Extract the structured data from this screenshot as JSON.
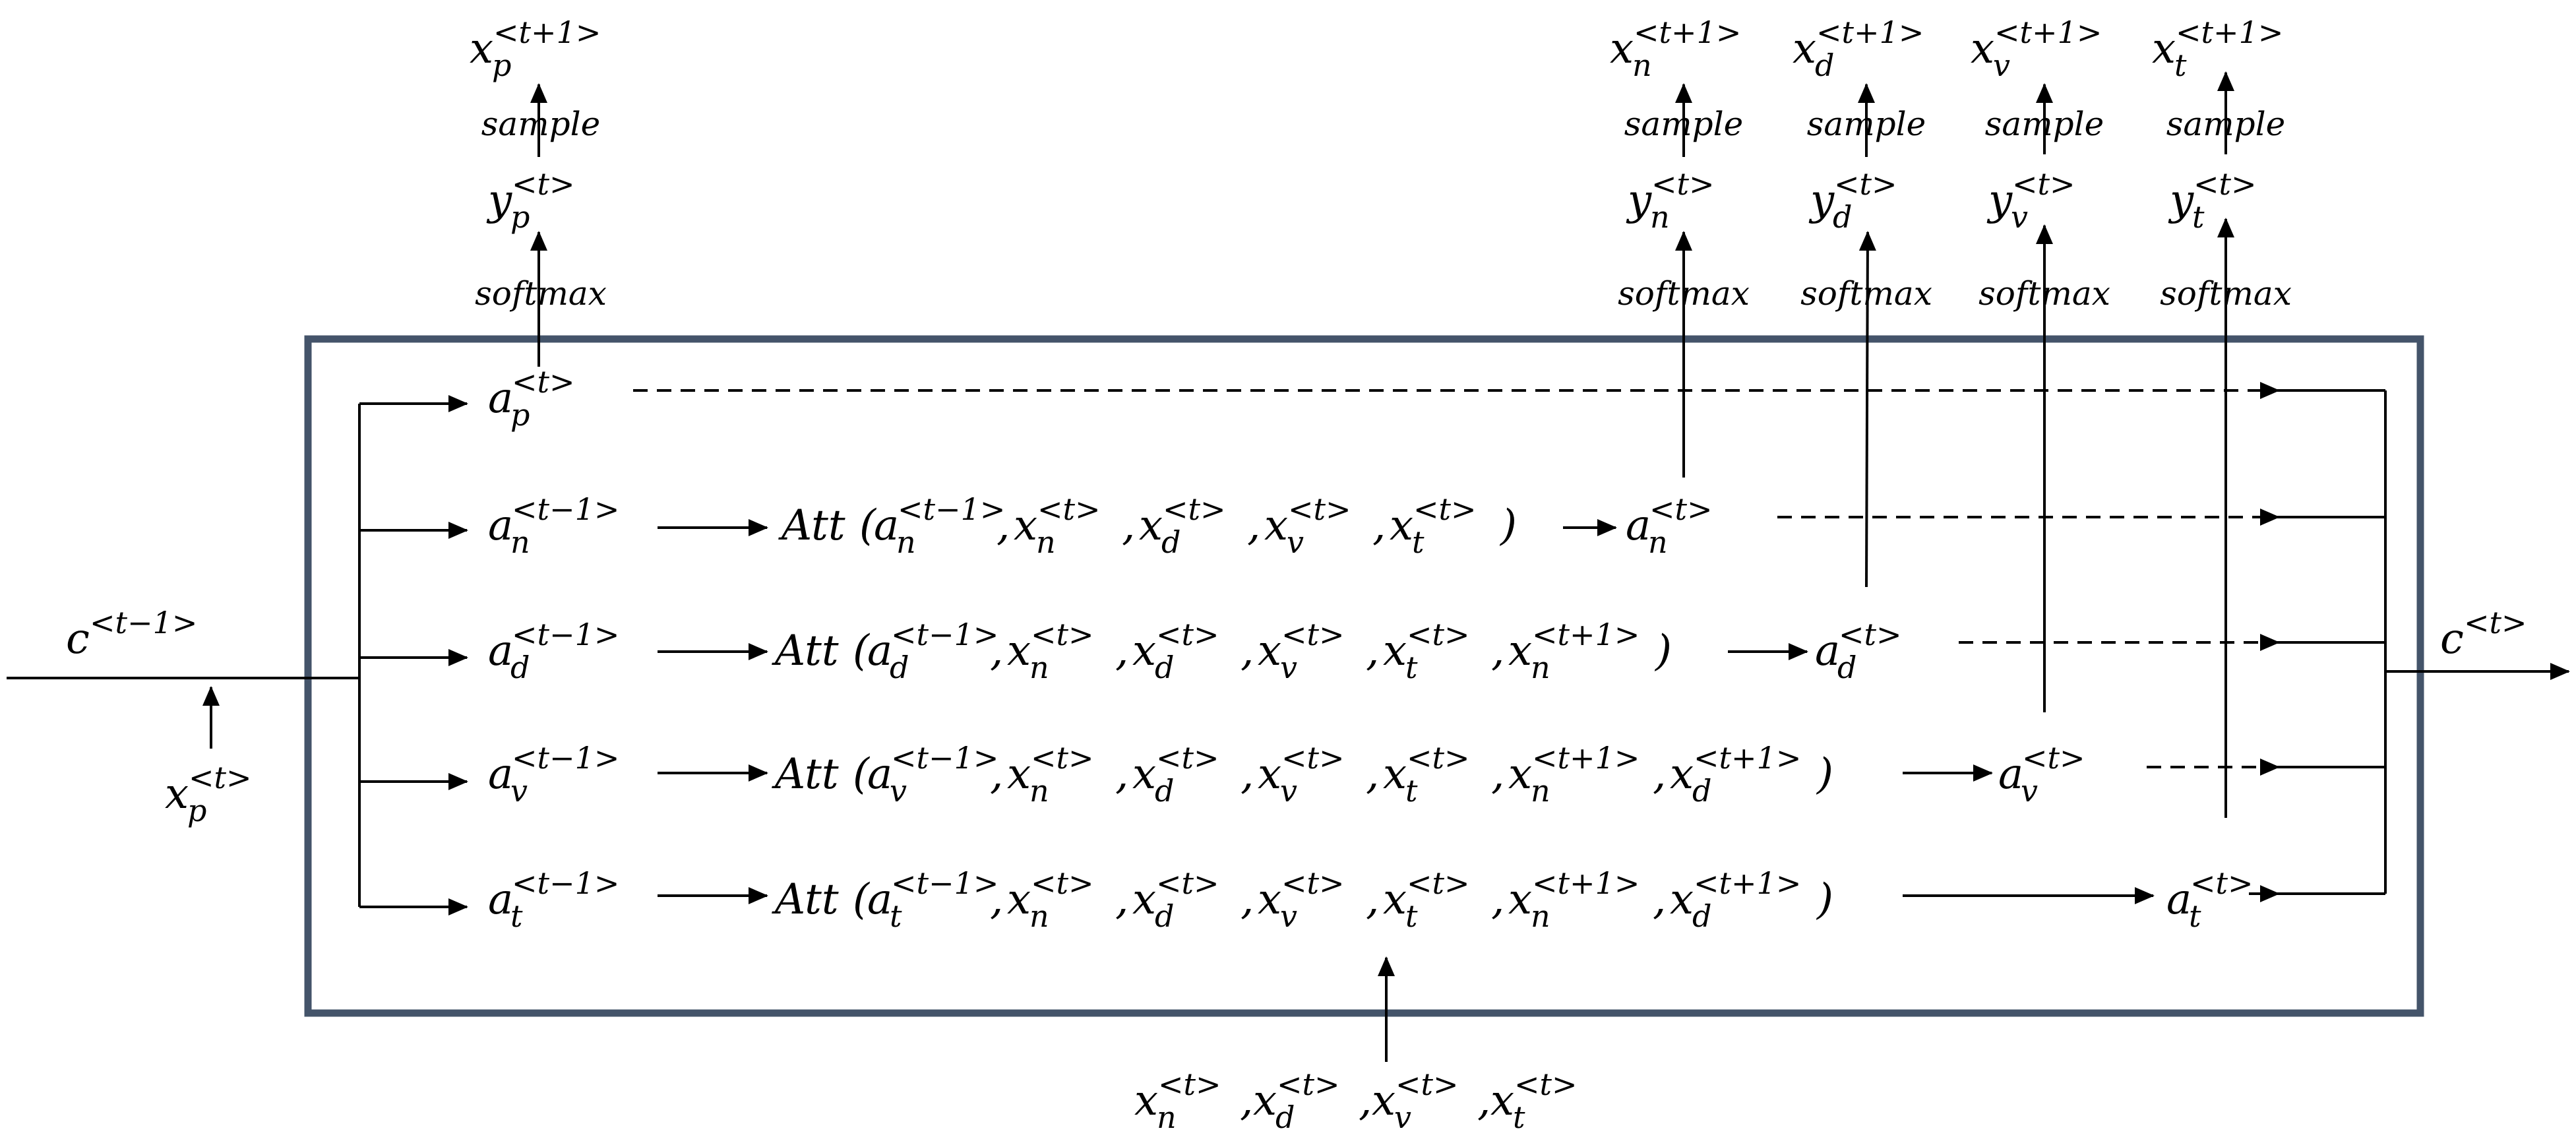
{
  "colors": {
    "frame": "#44546a",
    "highlight": "#e07f2a",
    "ink": "#000000"
  },
  "labels": {
    "softmax": "softmax",
    "sample": "sample",
    "att": "Att",
    "open_paren": "(",
    "close_paren": ")",
    "comma": ",",
    "a": "a",
    "x": "x",
    "y": "y",
    "c": "c",
    "p": "p",
    "n": "n",
    "d": "d",
    "v": "v",
    "t": "t",
    "sup_t": "<t>",
    "sup_tm1": "<t−1>",
    "sup_tp1": "<t+1>"
  }
}
